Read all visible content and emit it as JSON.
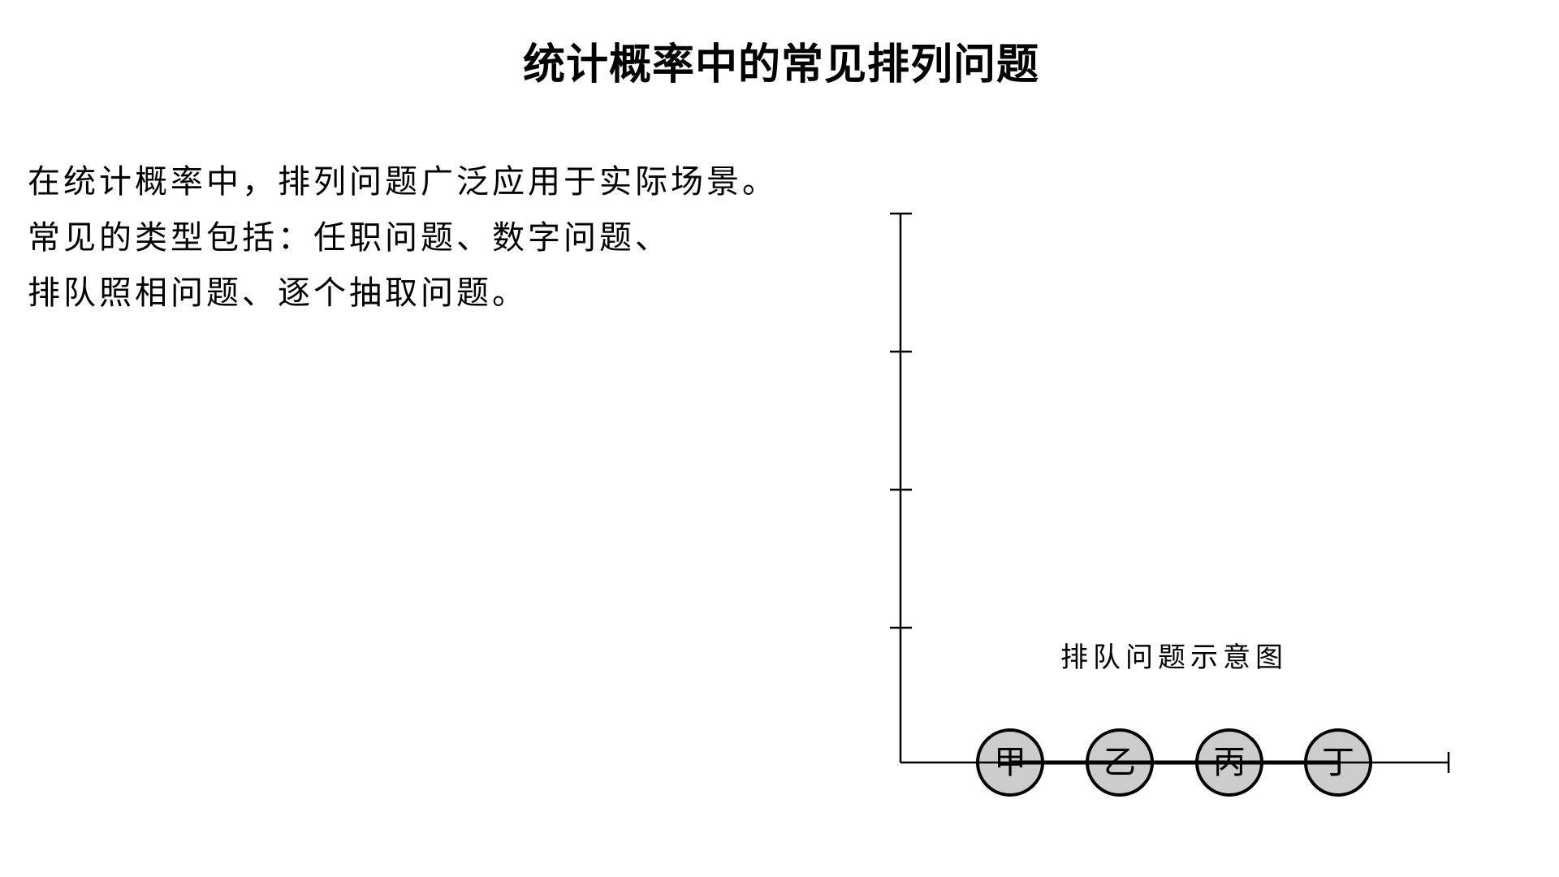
{
  "title": "统计概率中的常见排列问题",
  "paragraph": {
    "lines": [
      "在统计概率中，排列问题广泛应用于实际场景。",
      "常见的类型包括：任职问题、数字问题、",
      "排队照相问题、逐个抽取问题。"
    ]
  },
  "diagram": {
    "caption": "排队问题示意图",
    "y_axis_ticks": 4,
    "nodes": [
      {
        "label": "甲"
      },
      {
        "label": "乙"
      },
      {
        "label": "丙"
      },
      {
        "label": "丁"
      }
    ],
    "colors": {
      "node_fill": "#cccccc",
      "stroke": "#000000",
      "background": "#ffffff"
    }
  }
}
